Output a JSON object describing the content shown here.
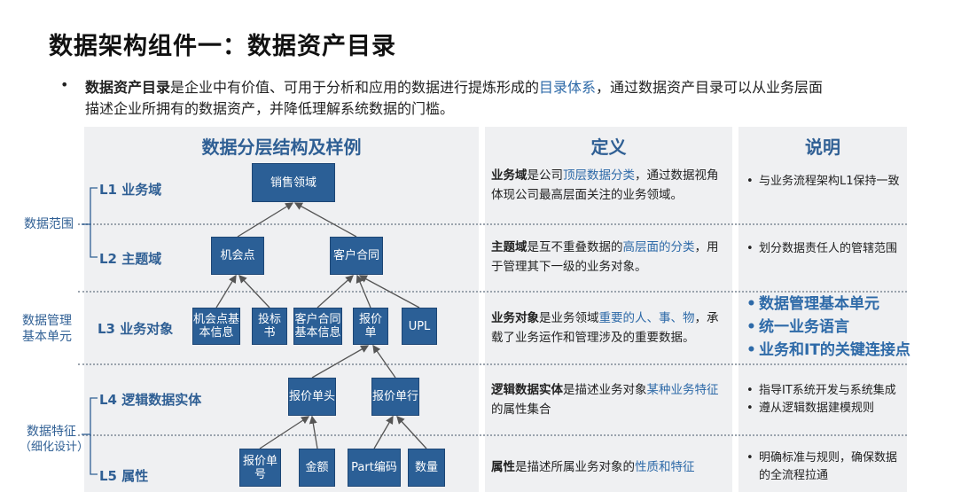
{
  "title": "数据架构组件一：数据资产目录",
  "intro": {
    "bold": "数据资产目录",
    "text1": "是企业中有价值、可用于分析和应用的数据进行提炼形成的",
    "highlight": "目录体系",
    "text2": "，通过数据资产目录可以从业务层面",
    "line2": "描述企业所拥有的数据资产，并降低理解系统数据的门槛。"
  },
  "headers": {
    "structure": "数据分层结构及样例",
    "definition": "定义",
    "explanation": "说明"
  },
  "side_labels": {
    "scope": "数据范围",
    "unit1": "数据管理",
    "unit2": "基本单元",
    "feature": "数据特征",
    "feature_sub": "（细化设计）"
  },
  "levels": [
    "L1 业务域",
    "L2 主题域",
    "L3 业务对象",
    "L4 逻辑数据实体",
    "L5 属性"
  ],
  "nodes": {
    "l1": [
      "销售领域"
    ],
    "l2": [
      "机会点",
      "客户合同"
    ],
    "l3": [
      "机会点基本信息",
      "投标书",
      "客户合同基本信息",
      "报价单",
      "UPL"
    ],
    "l4": [
      "报价单头",
      "报价单行"
    ],
    "l5": [
      "报价单号",
      "金额",
      "Part编码",
      "数量"
    ]
  },
  "definitions": [
    {
      "bold": "业务域",
      "a": "是公司",
      "hl": "顶层数据分类",
      "b": "，通过数据视角体现公司最高层面关注的业务领域。"
    },
    {
      "bold": "主题域",
      "a": "是互不重叠数据的",
      "hl": "高层面的分类",
      "b": "，用于管理其下一级的业务对象。"
    },
    {
      "bold": "业务对象",
      "a": "是业务领域",
      "hl": "重要的人、事、物",
      "b": "，承载了业务运作和管理涉及的重要数据。"
    },
    {
      "bold": "逻辑数据实体",
      "a": "是描述业务对象",
      "hl": "某种业务特征",
      "b": "的属性集合"
    },
    {
      "bold": "属性",
      "a": "是描述所属业务对象的",
      "hl": "性质和特征",
      "b": ""
    }
  ],
  "notes": {
    "l1": [
      "与业务流程架构L1保持一致"
    ],
    "l2": [
      "划分数据责任人的管辖范围"
    ],
    "l3": [
      "数据管理基本单元",
      "统一业务语言",
      "业务和IT的关键连接点"
    ],
    "l4": [
      "指导IT系统开发与系统集成",
      "遵从逻辑数据建模规则"
    ],
    "l5": [
      "明确标准与规则，确保数据的全流程拉通"
    ]
  }
}
